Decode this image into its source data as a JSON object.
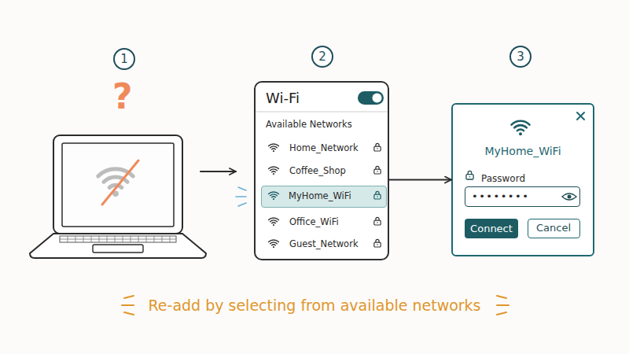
{
  "diagram": {
    "caption": "Re-add by selecting from available networks",
    "nodes": [
      {
        "text": [
          "1"
        ]
      },
      {
        "text": [
          "2"
        ]
      },
      {
        "text": [
          "3"
        ]
      },
      {
        "text": [
          "Wi-Fi",
          "Available Networks",
          "Home_Network",
          "Coffee_Shop",
          "Office_WiFi",
          "Guest_Network"
        ]
      },
      {
        "text": [
          "MyHome_WiFi"
        ],
        "in": 3
      },
      {
        "text": [
          "MyHome_WiFi",
          "Password"
        ]
      },
      {
        "text": [
          "••••••••"
        ],
        "in": 5
      },
      {
        "text": [
          "Connect"
        ],
        "in": 5
      },
      {
        "text": [
          "Cancel"
        ],
        "in": 5
      }
    ],
    "edges": [
      {
        "from": 3,
        "to": 5,
        "arrow": "to"
      }
    ],
    "labels": [
      "?"
    ]
  }
}
